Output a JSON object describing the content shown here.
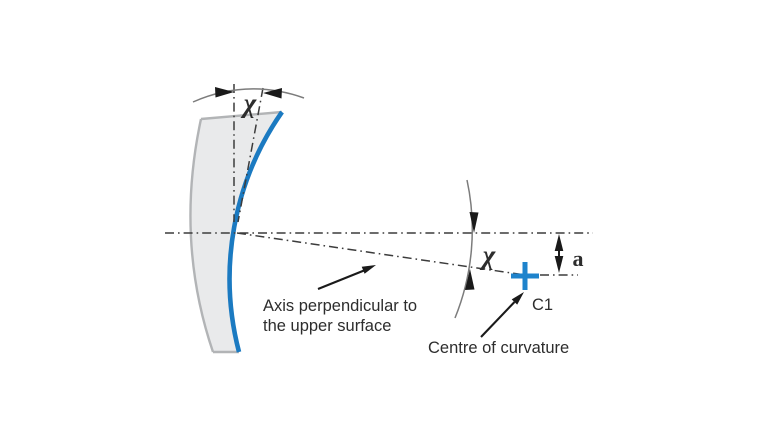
{
  "diagram": {
    "description": "Optical diagram of a tilted lens surface showing tilt angle chi, axis perpendicular to the upper surface, centre of curvature C1 and vertical offset a",
    "labels": {
      "tilt_angle_top": "χ",
      "tilt_angle_right": "χ",
      "offset_dimension": "a",
      "centre_point": "C1",
      "axis_note_line1": "Axis perpendicular to",
      "axis_note_line2": "the upper surface",
      "centre_note": "Centre of curvature"
    },
    "colors": {
      "surface_blue": "#1b7ac1",
      "cross_blue": "#1e83cc",
      "lens_fill": "#e9eaeb",
      "lens_outline": "#b2b4b6",
      "dashdot_line": "#3c3c3c",
      "angle_arc": "#7c7c7c",
      "arrow_black": "#1a1a1a",
      "text": "#2d2d2d",
      "background": "#ffffff"
    }
  }
}
